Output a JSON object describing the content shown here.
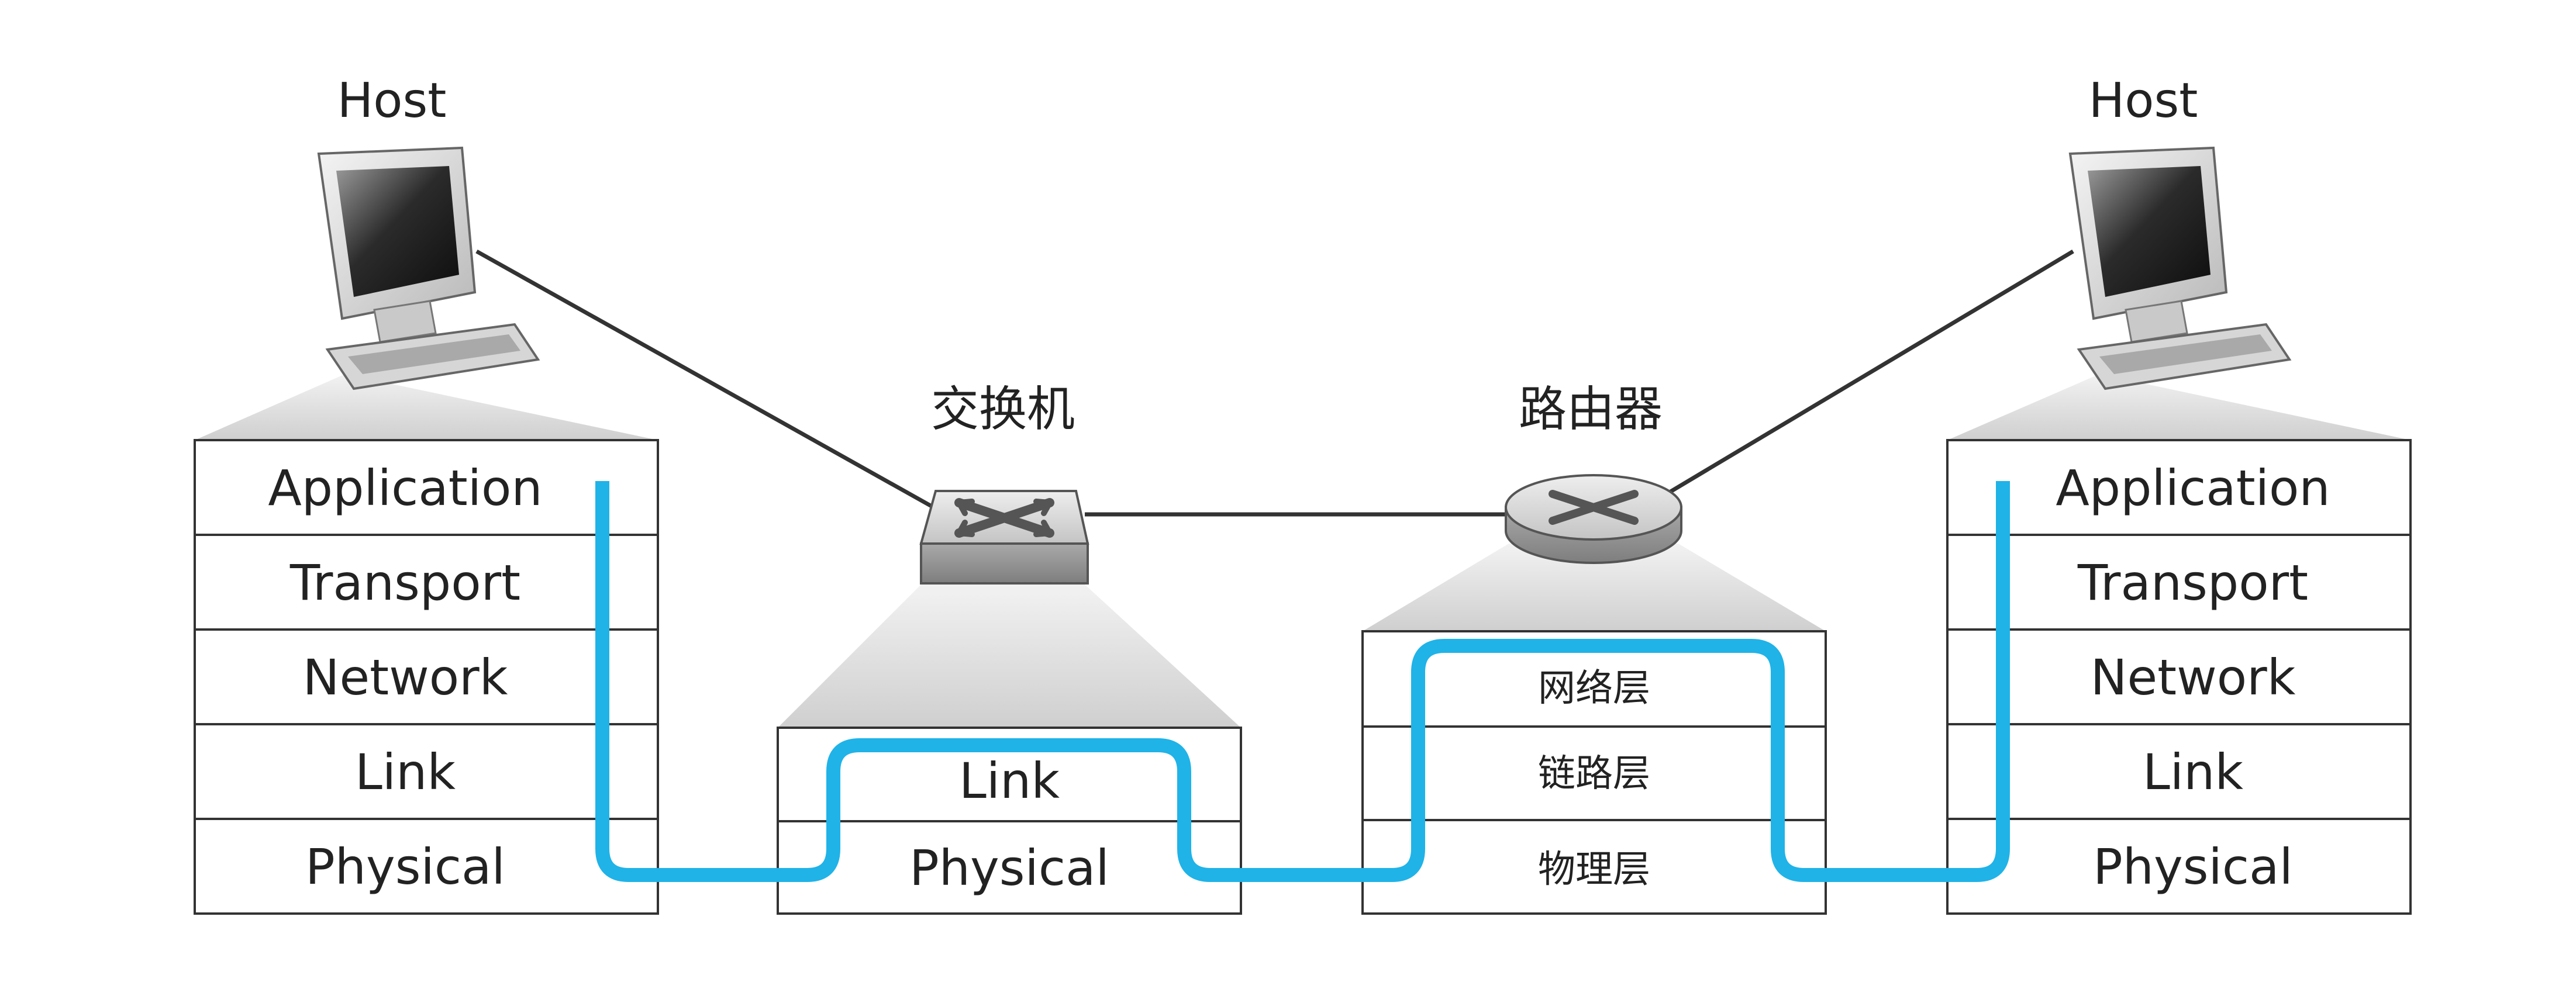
{
  "hosts": [
    {
      "title": "Host",
      "layers": [
        "Application",
        "Transport",
        "Network",
        "Link",
        "Physical"
      ]
    },
    {
      "title": "Host",
      "layers": [
        "Application",
        "Transport",
        "Network",
        "Link",
        "Physical"
      ]
    }
  ],
  "switch": {
    "title": "交换机",
    "layers": [
      "Link",
      "Physical"
    ]
  },
  "router": {
    "title": "路由器",
    "layers": [
      "网络层",
      "链路层",
      "物理层"
    ]
  },
  "colors": {
    "data_path": "#1fb3e8",
    "outline": "#333333",
    "cable": "#333333",
    "shadow": "#dcdcdc"
  }
}
